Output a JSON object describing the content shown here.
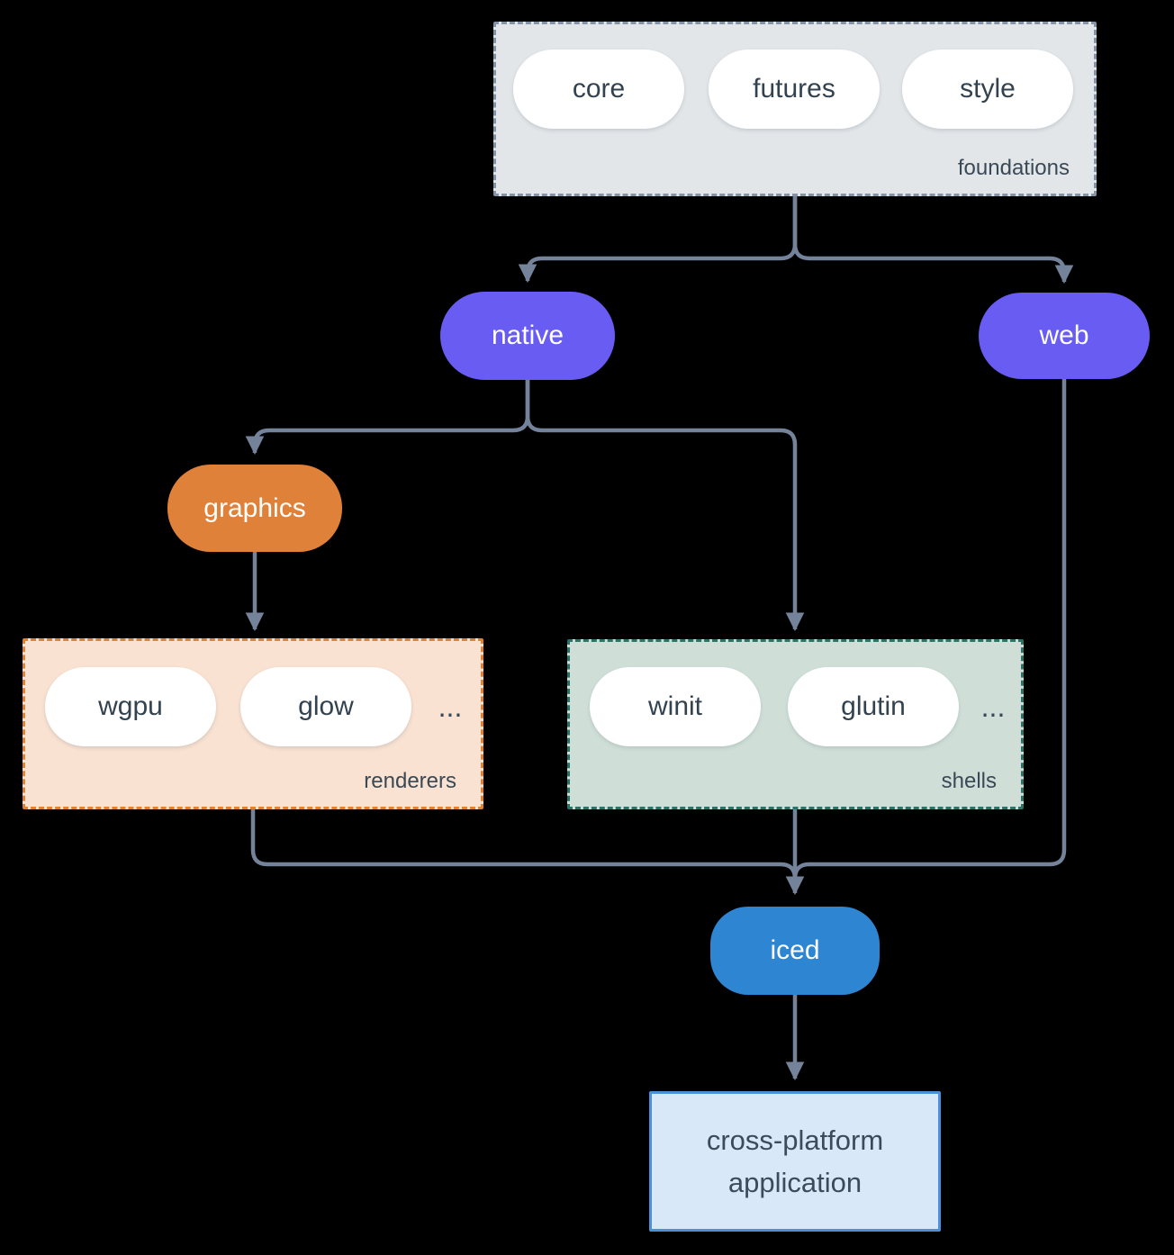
{
  "foundations": {
    "label": "foundations",
    "items": [
      "core",
      "futures",
      "style"
    ]
  },
  "nodes": {
    "native": "native",
    "web": "web",
    "graphics": "graphics",
    "iced": "iced"
  },
  "renderers": {
    "label": "renderers",
    "items": [
      "wgpu",
      "glow"
    ],
    "ellipsis": "..."
  },
  "shells": {
    "label": "shells",
    "items": [
      "winit",
      "glutin"
    ],
    "ellipsis": "..."
  },
  "application": {
    "line1": "cross-platform",
    "line2": "application"
  },
  "colors": {
    "background": "#000000",
    "connector": "#74839a",
    "foundations_fill": "#e2e6e9",
    "foundations_border": "#8493a5",
    "renderers_fill": "#f9e2d2",
    "renderers_border": "#e0822f",
    "shells_fill": "#cfdfd8",
    "shells_border": "#2d7266",
    "node_purple": "#695cf3",
    "node_orange": "#e0813a",
    "node_blue": "#2e86d3",
    "pill_fill": "#ffffff",
    "text_dark": "#33424f",
    "text_light": "#ffffff",
    "app_fill": "#d9e8f8",
    "app_border": "#4a90dc"
  }
}
